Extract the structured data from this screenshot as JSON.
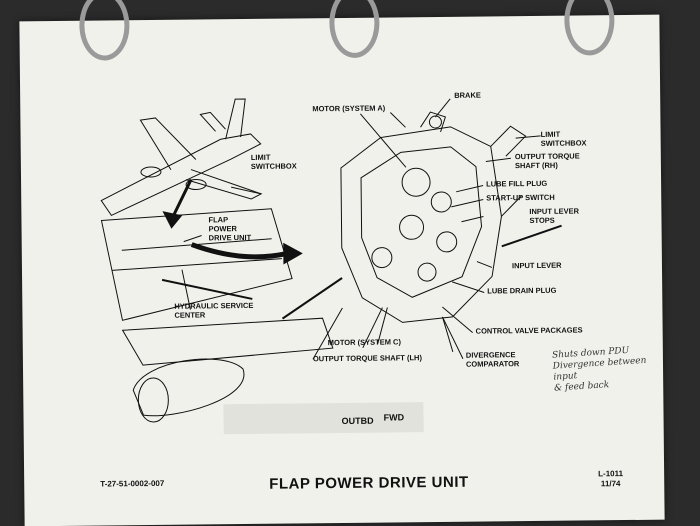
{
  "document": {
    "title": "FLAP POWER DRIVE UNIT",
    "document_number": "T-27-51-0002-007",
    "model": "L-1011",
    "date": "11/74",
    "direction_outbd": "OUTBD",
    "direction_fwd": "FWD"
  },
  "labels": {
    "flap_power_drive_unit": "FLAP POWER DRIVE UNIT",
    "limit_switchbox_left": "LIMIT SWITCHBOX",
    "hydraulic_service_center": "HYDRAULIC SERVICE CENTER",
    "motor_system_a": "MOTOR (SYSTEM A)",
    "brake": "BRAKE",
    "limit_switchbox_right": "LIMIT SWITCHBOX",
    "output_torque_shaft_rh": "OUTPUT TORQUE SHAFT (RH)",
    "lube_fill_plug": "LUBE FILL PLUG",
    "start_up_switch": "START-UP SWITCH",
    "input_lever_stops": "INPUT LEVER STOPS",
    "input_lever": "INPUT LEVER",
    "lube_drain_plug": "LUBE DRAIN PLUG",
    "control_valve_packages": "CONTROL VALVE PACKAGES",
    "motor_system_c": "MOTOR (SYSTEM C)",
    "output_torque_shaft_lh": "OUTPUT TORQUE SHAFT (LH)",
    "divergence_comparator": "DIVERGENCE COMPARATOR"
  },
  "handwritten_note": {
    "line1": "Shuts down PDU",
    "line2": "Divergence between input",
    "line3": "& feed back"
  },
  "colors": {
    "paper": "#f1f1ec",
    "ink": "#111111",
    "background": "#2b2b2b"
  }
}
